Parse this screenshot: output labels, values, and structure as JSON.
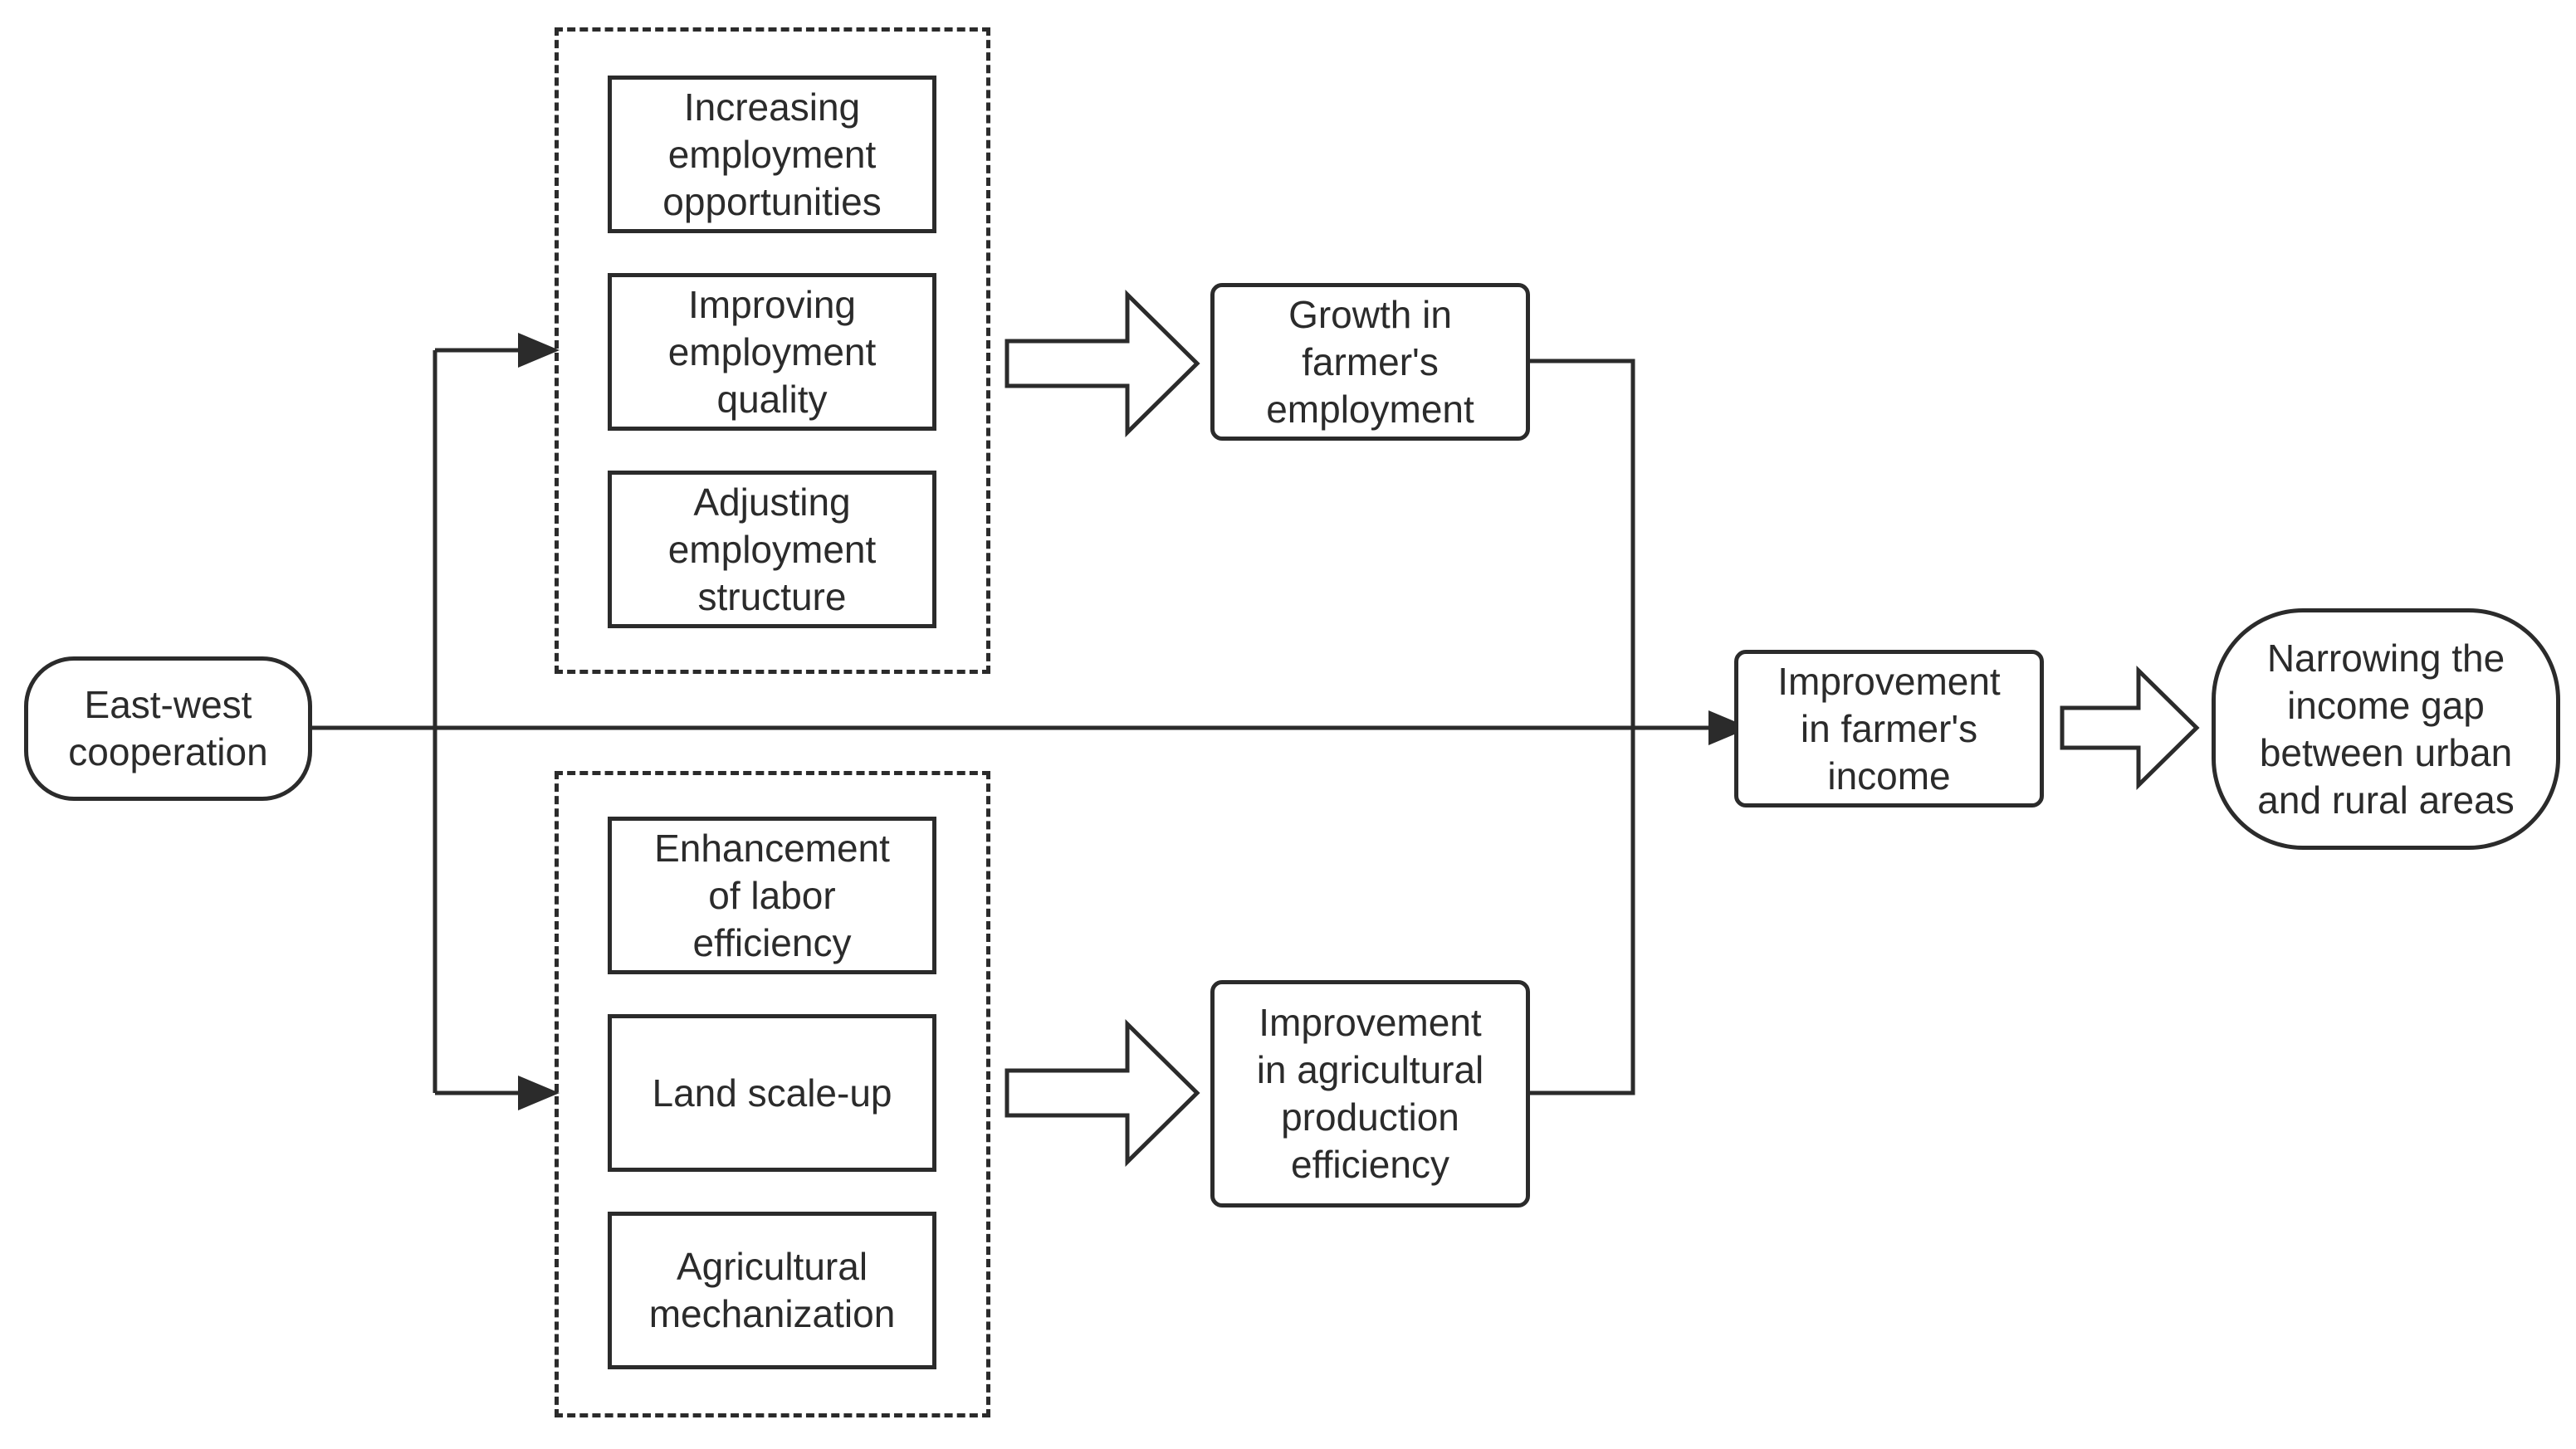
{
  "source": "East-west\ncooperation",
  "groups": [
    {
      "factors": [
        "Increasing\nemployment\nopportunities",
        "Improving\nemployment\nquality",
        "Adjusting\nemployment\nstructure"
      ],
      "outcome": "Growth in\nfarmer's\nemployment"
    },
    {
      "factors": [
        "Enhancement\nof labor\nefficiency",
        "Land scale-up",
        "Agricultural\nmechanization"
      ],
      "outcome": "Improvement\nin agricultural\nproduction\nefficiency"
    }
  ],
  "income": "Improvement\nin farmer's\nincome",
  "result": "Narrowing the\nincome gap\nbetween urban\nand rural areas"
}
